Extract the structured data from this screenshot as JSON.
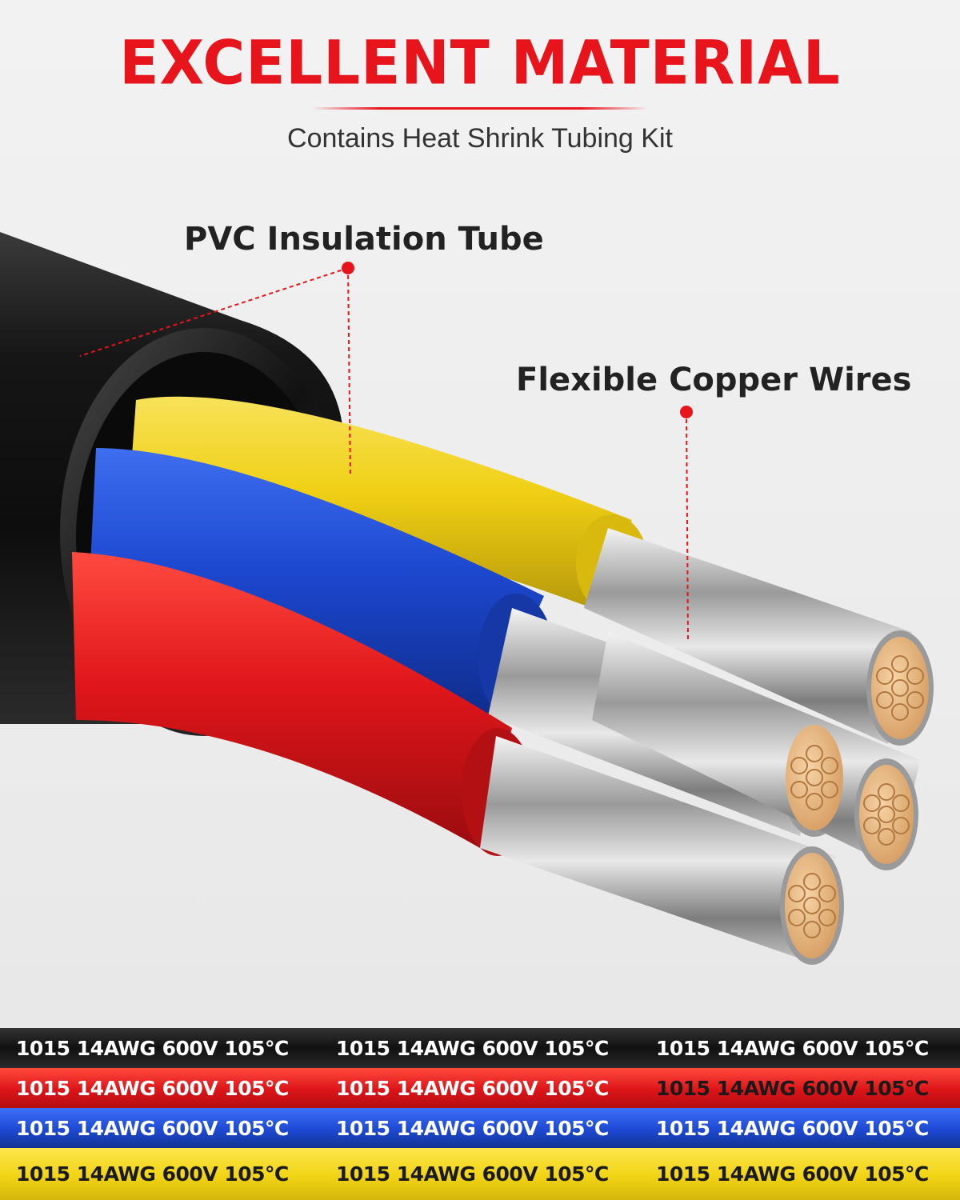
{
  "header": {
    "title": "EXCELLENT MATERIAL",
    "subtitle": "Contains Heat Shrink Tubing Kit"
  },
  "callouts": {
    "insulation": "PVC Insulation Tube",
    "wires": "Flexible Copper Wires"
  },
  "colors": {
    "accent": "#e8141c",
    "jacket": "#1a1a1a",
    "red_wire": "#e01a1a",
    "blue_wire": "#1f4fd6",
    "yellow_wire": "#f2d51a",
    "copper": "#e8b985"
  },
  "strips": [
    {
      "color": "black",
      "label": "1015 14AWG 600V 105℃"
    },
    {
      "color": "red",
      "label": "1015 14AWG 600V 105℃"
    },
    {
      "color": "blue",
      "label": "1015 14AWG 600V 105℃"
    },
    {
      "color": "yellow",
      "label": "1015 14AWG 600V 105℃"
    }
  ]
}
